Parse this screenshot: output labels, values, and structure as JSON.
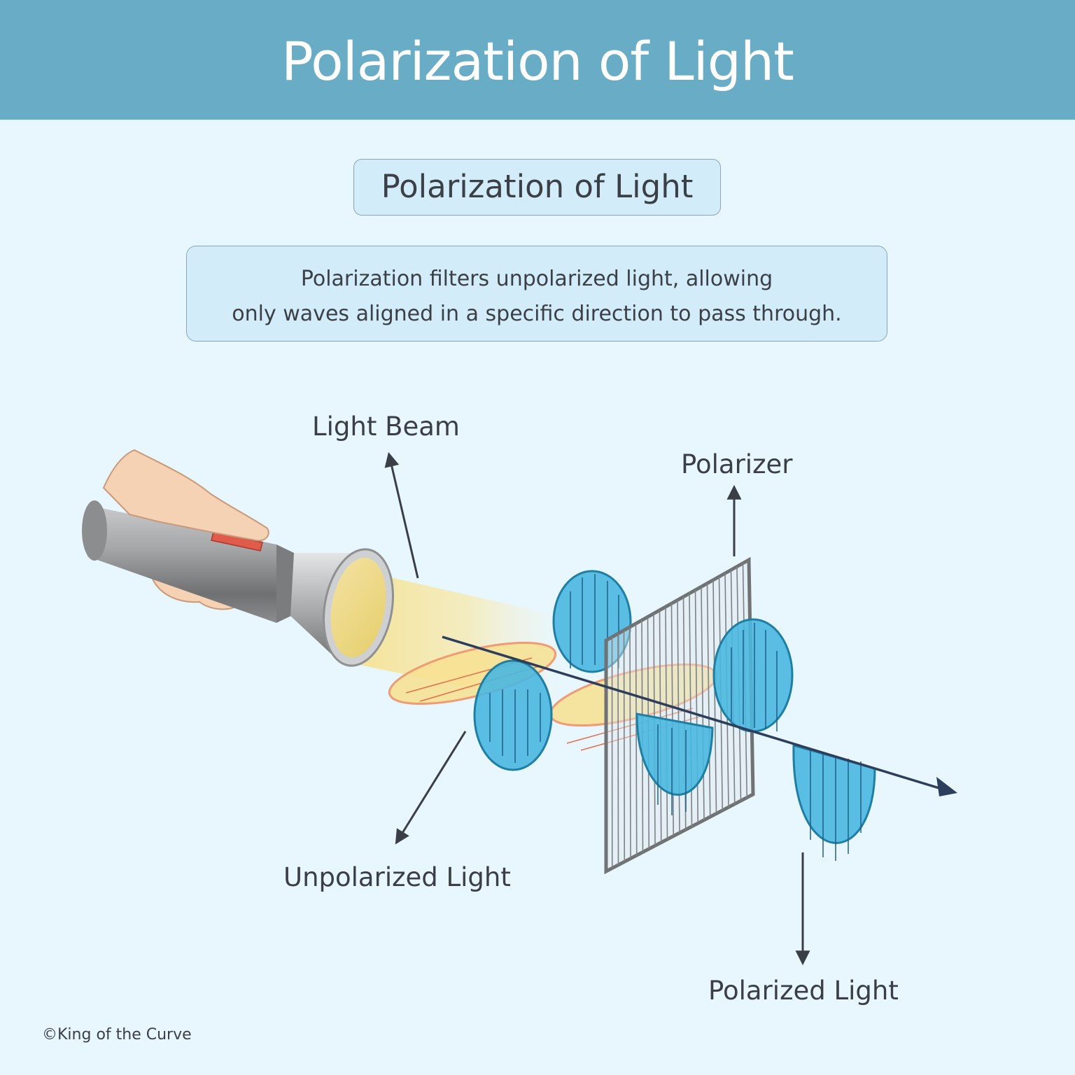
{
  "header": {
    "title": "Polarization of Light"
  },
  "subtitle": "Polarization of Light",
  "description": {
    "line1": "Polarization filters unpolarized light, allowing",
    "line2": "only waves aligned in a specific direction to pass through."
  },
  "labels": {
    "light_beam": "Light Beam",
    "polarizer": "Polarizer",
    "unpolarized_light": "Unpolarized Light",
    "polarized_light": "Polarized Light"
  },
  "copyright": "©King of the Curve",
  "colors": {
    "header": "#68adc5",
    "background": "#e8f6fd",
    "box_fill": "#d2ecfa",
    "wave_blue": "#4ab7e0",
    "wave_orange": "#f5a47c",
    "beam_yellow": "#f7e59a",
    "arrow": "#2c3e5c"
  }
}
